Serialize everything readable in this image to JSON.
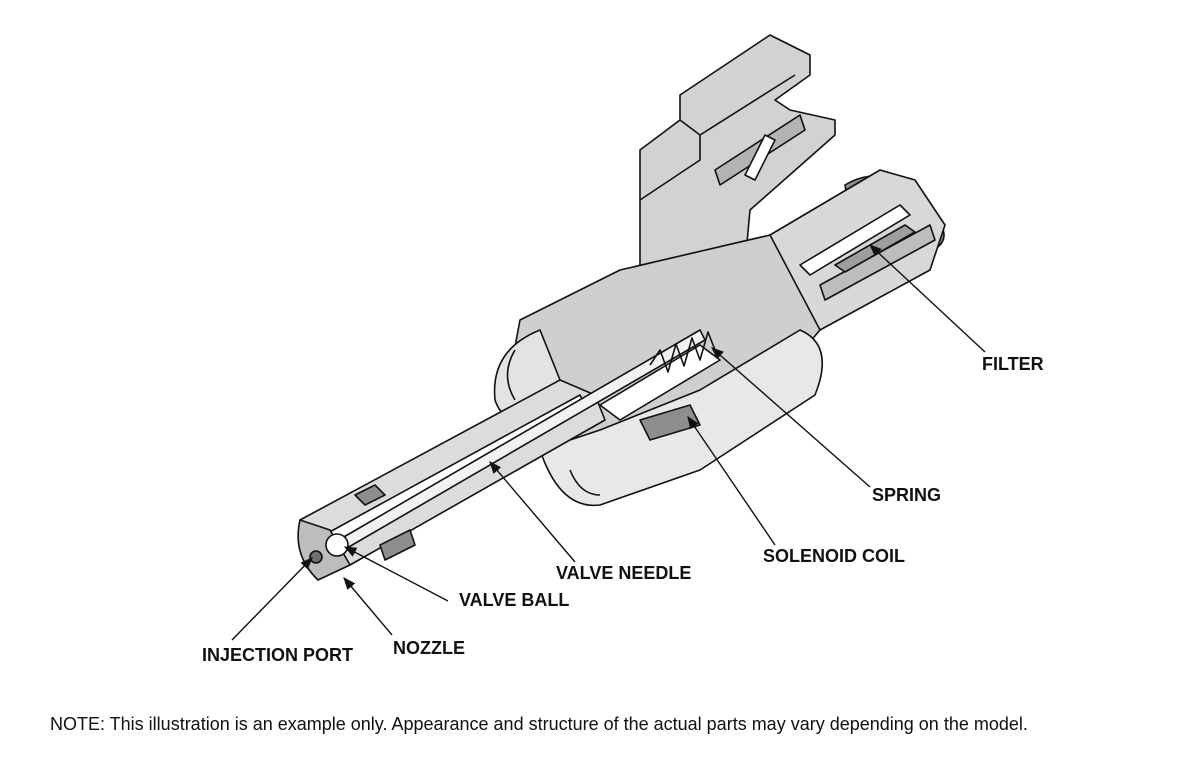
{
  "labels": {
    "filter": "FILTER",
    "spring": "SPRING",
    "solenoid_coil": "SOLENOID COIL",
    "valve_needle": "VALVE NEEDLE",
    "valve_ball": "VALVE BALL",
    "nozzle": "NOZZLE",
    "injection_port": "INJECTION PORT"
  },
  "note": "NOTE: This illustration is an example only. Appearance and structure of the actual parts may vary depending on the model.",
  "colors": {
    "ink": "#111111",
    "body_gray": "#c9c9c9",
    "light_gray": "#e4e4e4",
    "dark_gray": "#8e8e8e",
    "background": "#ffffff"
  }
}
